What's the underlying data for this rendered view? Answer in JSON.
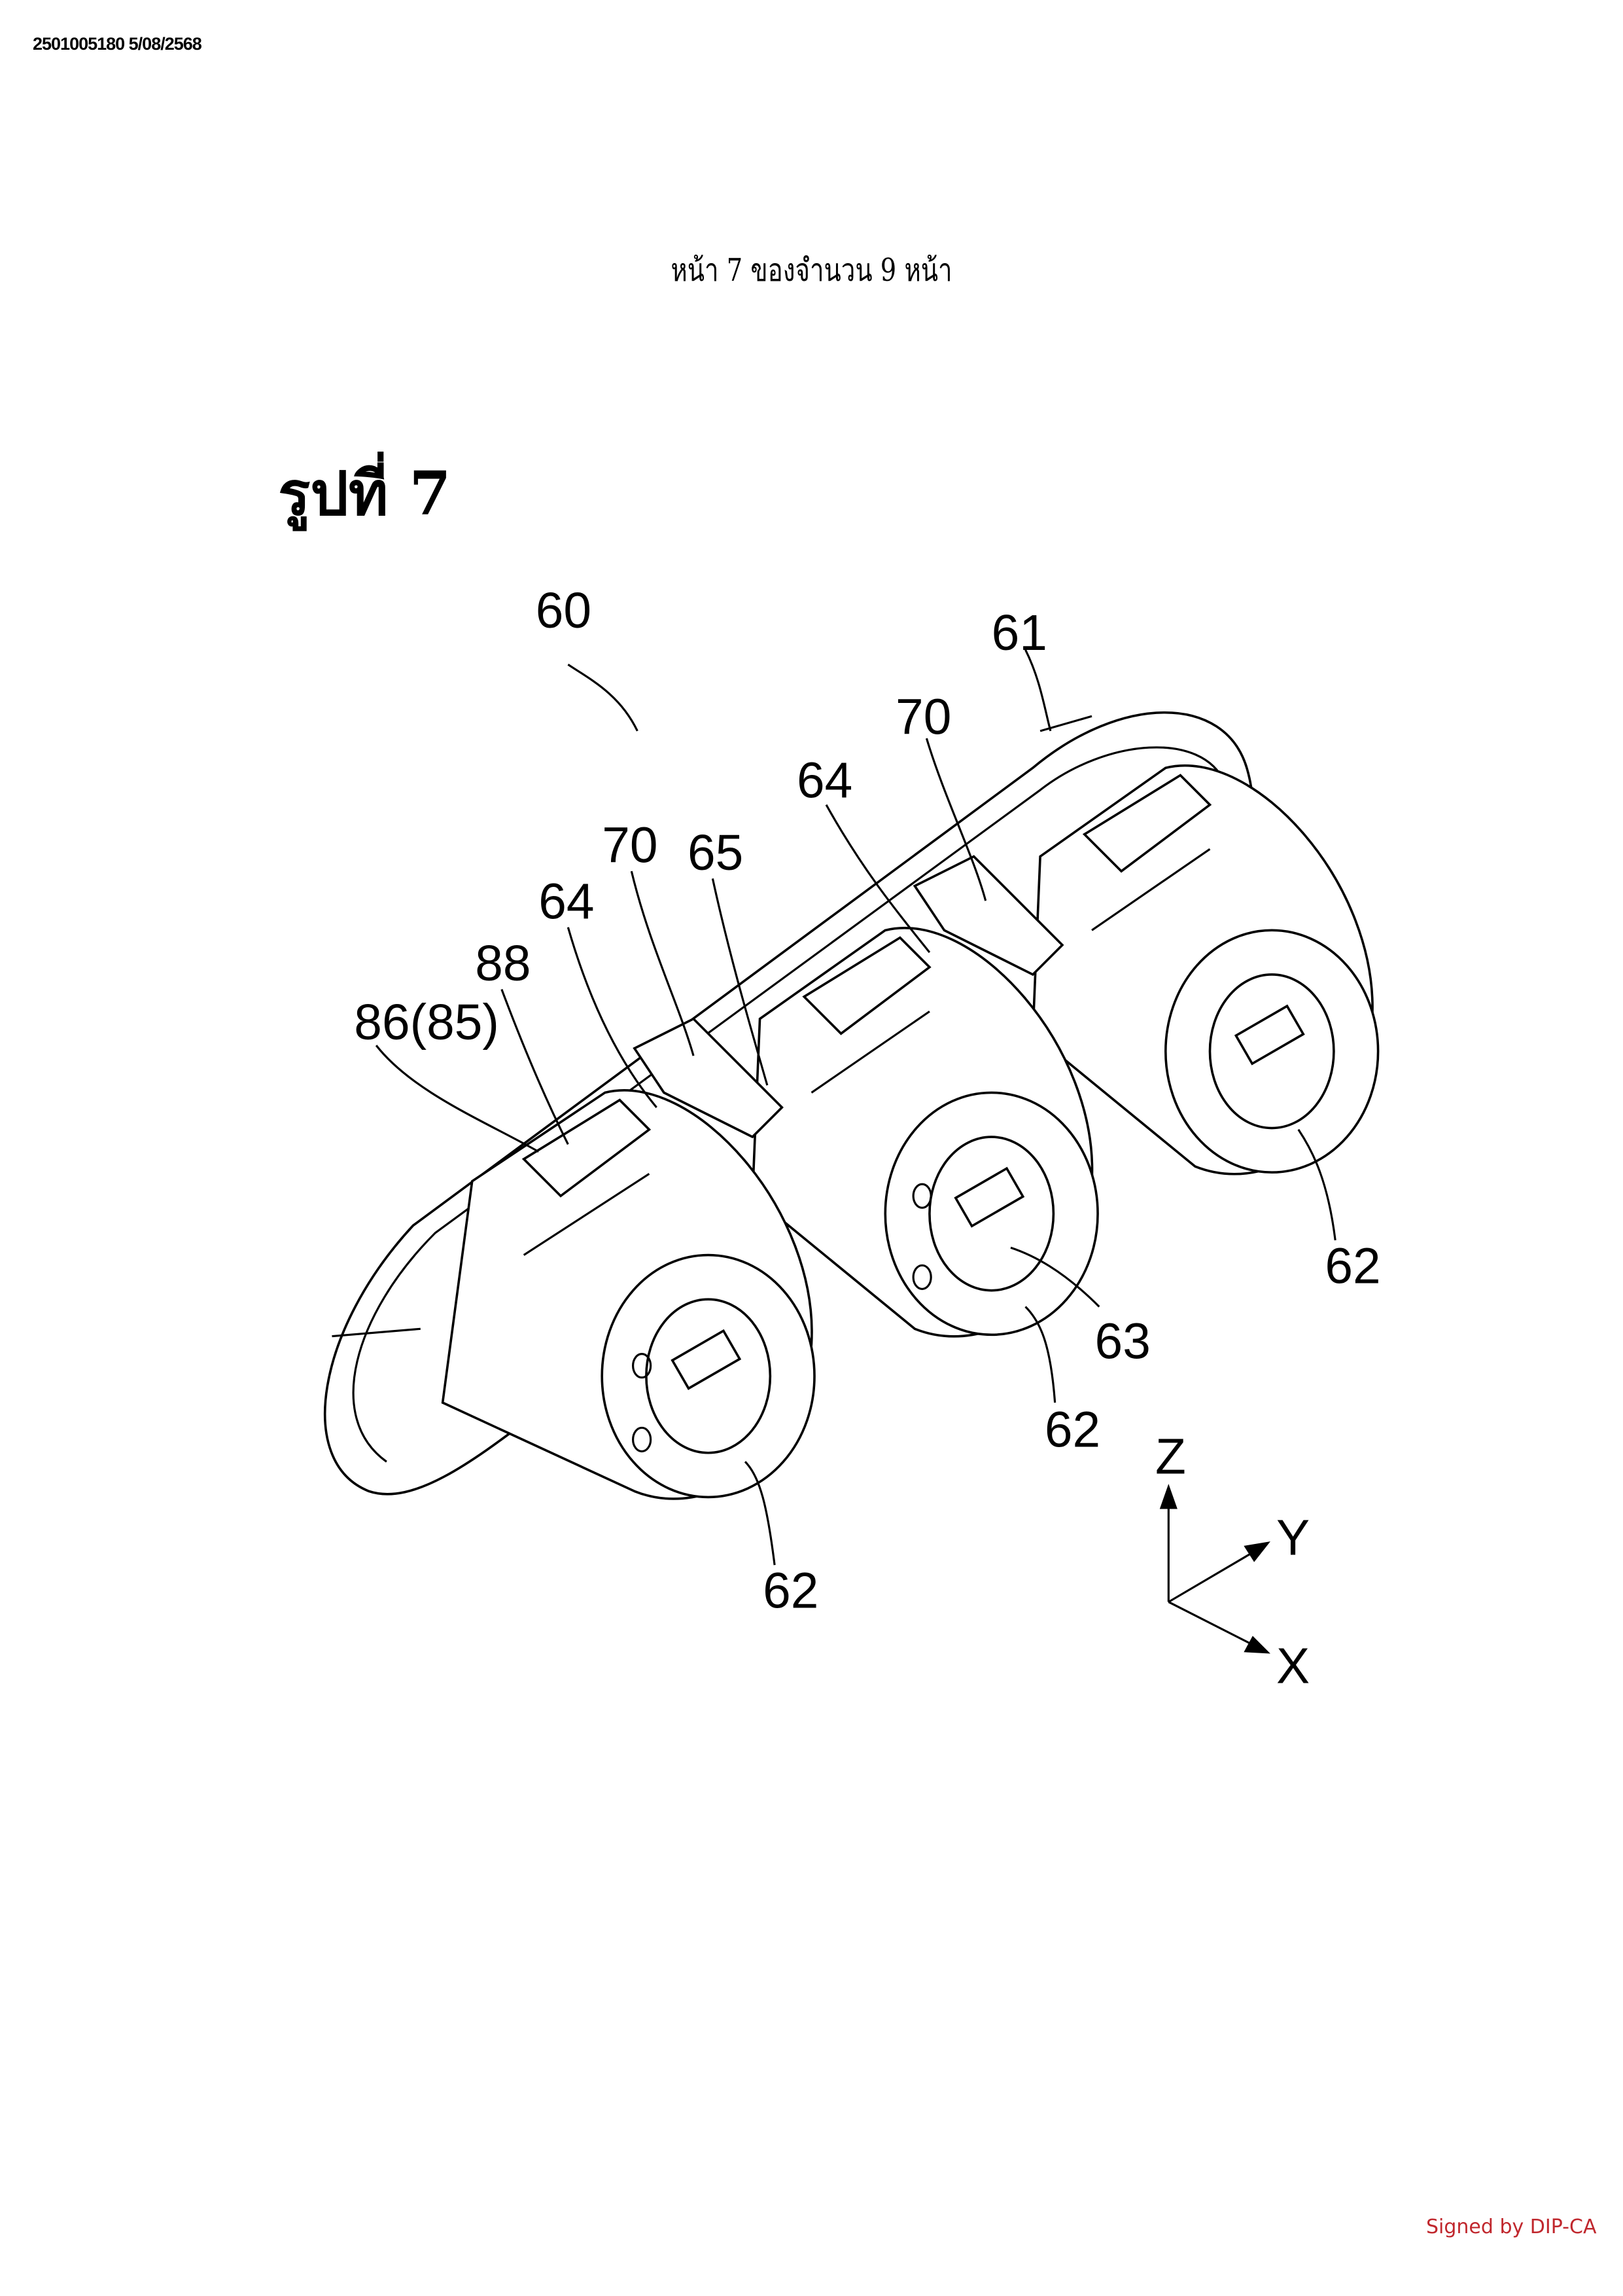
{
  "header": {
    "document_id": "2501005180 5/08/2568",
    "page_indicator": "หน้า 7 ของจำนวน 9 หน้า"
  },
  "figure": {
    "title": "รูปที่ 7",
    "labels": {
      "assembly": "60",
      "plate": "61",
      "claw_right": "70",
      "tab_right": "64",
      "claw_left": "70",
      "part_65": "65",
      "tab_left": "64",
      "part_88": "88",
      "part_86": "86(85)",
      "cyl_right": "62",
      "bore": "63",
      "cyl_mid": "62",
      "cyl_left": "62"
    },
    "axes": {
      "z": "Z",
      "y": "Y",
      "x": "X"
    }
  },
  "footer": {
    "signature": "Signed by DIP-CA"
  }
}
